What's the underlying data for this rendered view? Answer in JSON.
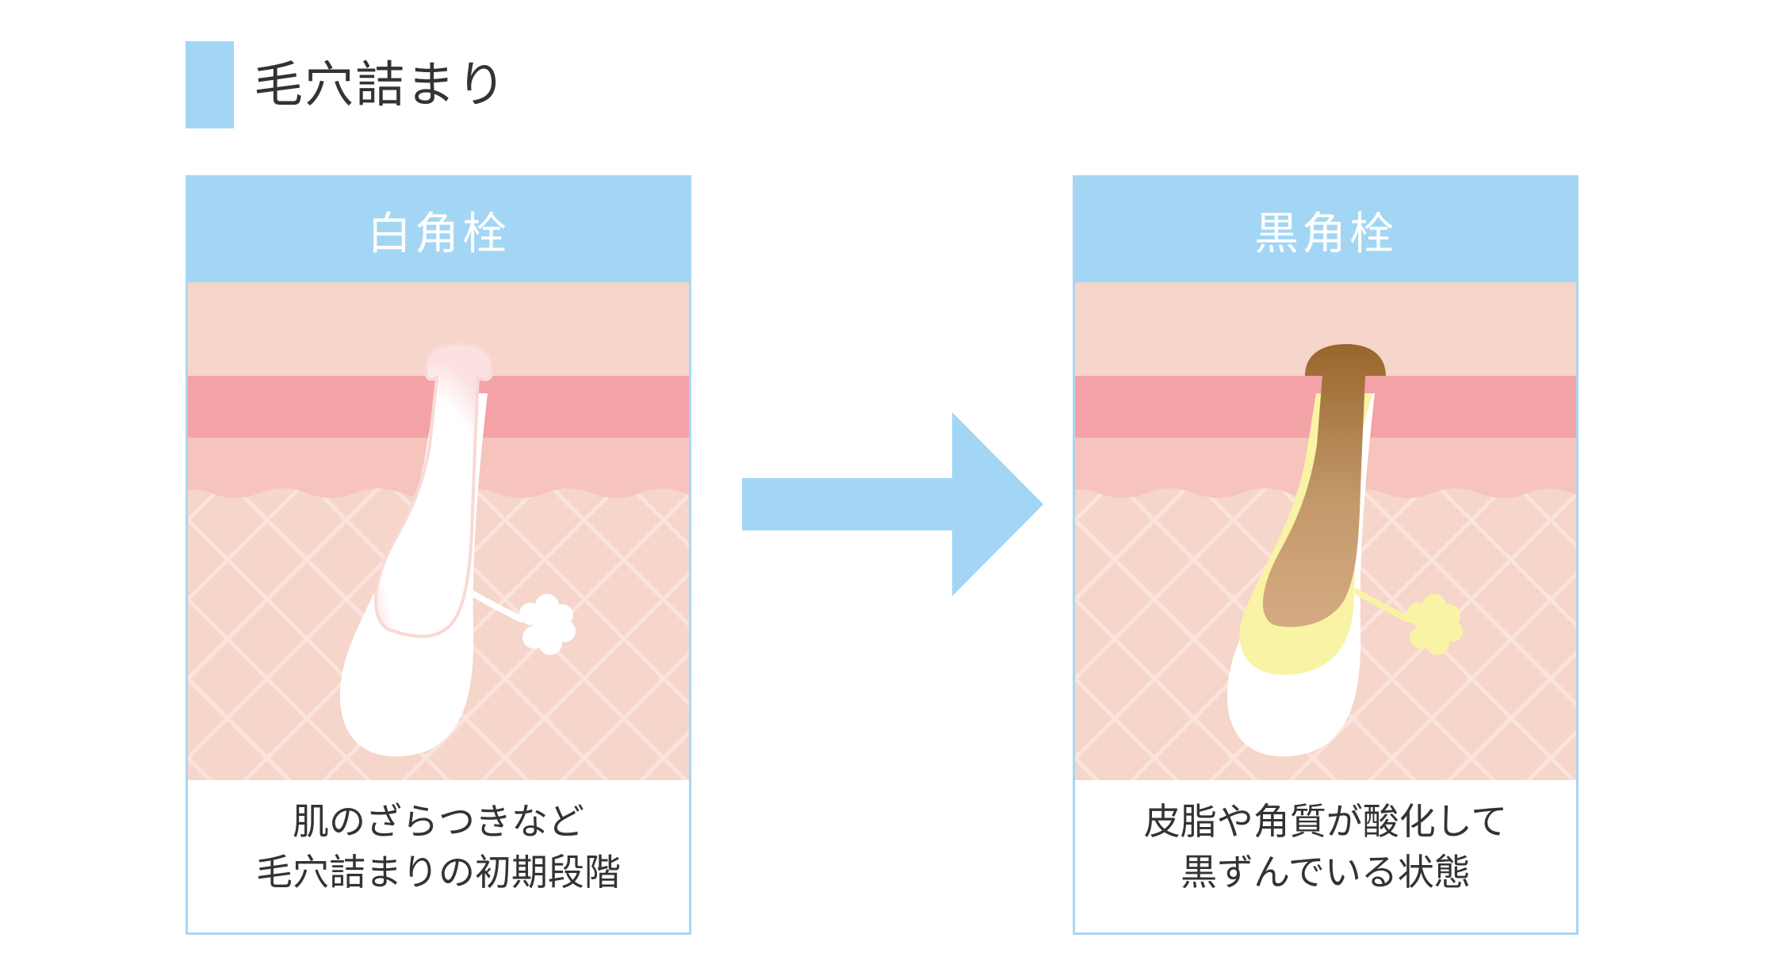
{
  "title": "毛穴詰まり",
  "panels": [
    {
      "header": "白角栓",
      "caption": [
        "肌のざらつきなど",
        "毛穴詰まりの初期段階"
      ]
    },
    {
      "header": "黒角栓",
      "caption": [
        "皮脂や角質が酸化して",
        "黒ずんでいる状態"
      ]
    }
  ],
  "colors": {
    "accent_blue": "#a3d6f4",
    "frame_blue": "#a7d7f2",
    "epidermis": "#f3a2a6",
    "upper_dermis": "#f7c3bd",
    "dermis": "#f6d5ca",
    "white_plug": "#ffffff",
    "black_plug": "#a06c35",
    "sebum_yellow": "#f9f3a6"
  }
}
